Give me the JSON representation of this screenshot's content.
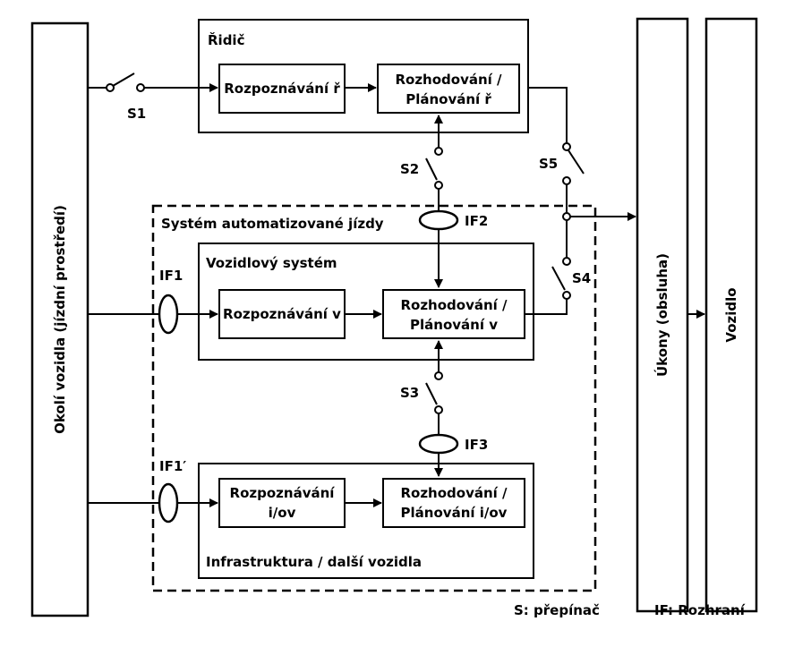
{
  "left_panel": {
    "label": "Okolí vozidla (jízdní prostředí)"
  },
  "right_panel_actions": {
    "label": "Úkony (obsluha)"
  },
  "right_panel_vehicle": {
    "label": "Vozidlo"
  },
  "driver": {
    "title": "Řidič",
    "recognition": "Rozpoznávání ř",
    "decision_line1": "Rozhodování /",
    "decision_line2": "Plánování ř"
  },
  "automation": {
    "title": "Systém automatizované jízdy",
    "vehicle_system": {
      "title": "Vozidlový systém",
      "recognition": "Rozpoznávání v",
      "decision_line1": "Rozhodování /",
      "decision_line2": "Plánování v"
    },
    "infrastructure": {
      "title": "Infrastruktura / další vozidla",
      "recognition_line1": "Rozpoznávání",
      "recognition_line2": "i/ov",
      "decision_line1": "Rozhodování /",
      "decision_line2": "Plánování i/ov"
    }
  },
  "switches": {
    "s1": "S1",
    "s2": "S2",
    "s3": "S3",
    "s4": "S4",
    "s5": "S5"
  },
  "interfaces": {
    "if1": "IF1",
    "if1p": "IF1′",
    "if2": "IF2",
    "if3": "IF3"
  },
  "legend": {
    "switch": "S: přepínač",
    "interface": "IF: Rozhraní"
  }
}
